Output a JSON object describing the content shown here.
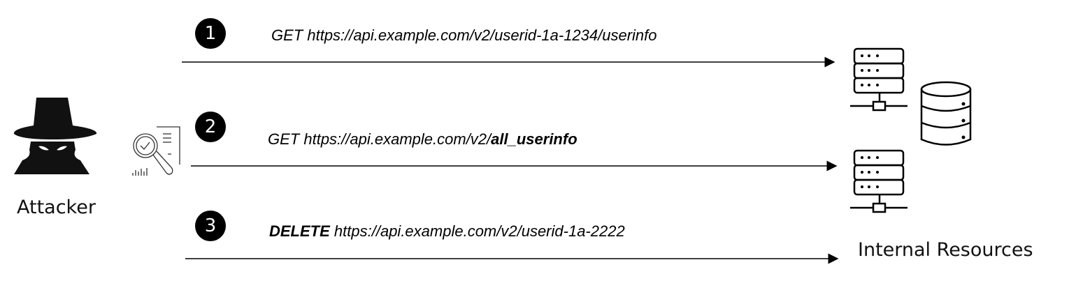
{
  "attacker": {
    "label": "Attacker"
  },
  "target": {
    "label": "Internal Resources"
  },
  "requests": [
    {
      "step": "1",
      "method": "GET",
      "url": "https://api.example.com/v2/userid-1a-1234/userinfo",
      "url_prefix": "https://api.example.com/v2/userid-1a-1234/userinfo",
      "url_bold": ""
    },
    {
      "step": "2",
      "method": "GET",
      "url_prefix": "https://api.example.com/v2/",
      "url_bold": "all_userinfo"
    },
    {
      "step": "3",
      "method": "DELETE",
      "url_prefix": "https://api.example.com/v2/userid-1a-2222",
      "url_bold": ""
    }
  ]
}
